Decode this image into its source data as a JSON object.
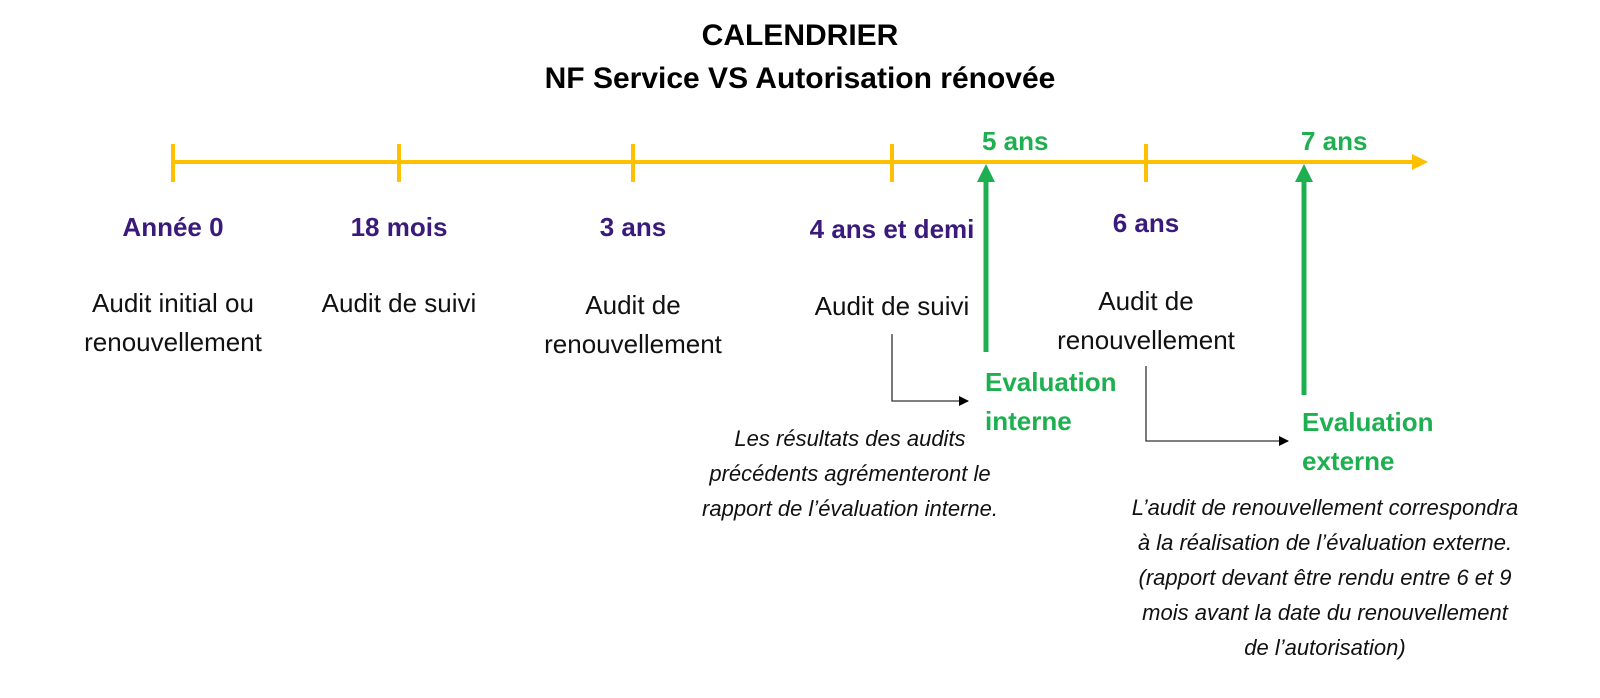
{
  "title": {
    "line1": "CALENDRIER",
    "line2": "NF Service VS Autorisation rénovée"
  },
  "milestones": [
    {
      "label": "Année 0",
      "description_lines": [
        "Audit initial ou",
        "renouvellement"
      ]
    },
    {
      "label": "18 mois",
      "description_lines": [
        "Audit de suivi"
      ]
    },
    {
      "label": "3 ans",
      "description_lines": [
        "Audit de",
        "renouvellement"
      ]
    },
    {
      "label": "4 ans et demi",
      "description_lines": [
        "Audit de suivi"
      ]
    },
    {
      "label": "6 ans",
      "description_lines": [
        "Audit de",
        "renouvellement"
      ]
    }
  ],
  "evaluations": [
    {
      "year_label": "5 ans",
      "name_lines": [
        "Evaluation",
        "interne"
      ]
    },
    {
      "year_label": "7 ans",
      "name_lines": [
        "Evaluation",
        "externe"
      ]
    }
  ],
  "notes": {
    "internal": [
      "Les résultats des audits",
      "précédents agrémenteront le",
      "rapport de l’évaluation interne."
    ],
    "external": [
      "L’audit de renouvellement correspondra",
      "à la réalisation de l’évaluation externe.",
      "(rapport devant être rendu entre 6 et 9",
      "mois avant la date du renouvellement",
      "de l’autorisation)"
    ]
  },
  "colors": {
    "timeline": "#ffc000",
    "milestone_label": "#3a1a7a",
    "evaluation": "#1eb050",
    "text": "#111111"
  }
}
